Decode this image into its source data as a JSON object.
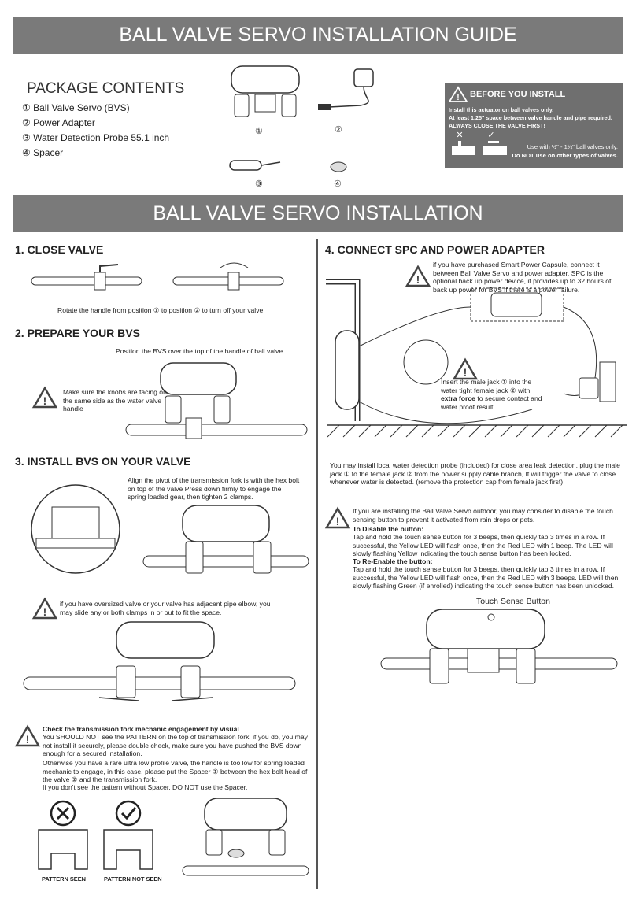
{
  "title": "BALL VALVE SERVO INSTALLATION GUIDE",
  "package": {
    "heading": "PACKAGE CONTENTS",
    "items": [
      {
        "num": "①",
        "label": "Ball Valve Servo (BVS)"
      },
      {
        "num": "②",
        "label": "Power Adapter"
      },
      {
        "num": "③",
        "label": "Water Detection Probe 55.1 inch"
      },
      {
        "num": "④",
        "label": "Spacer"
      }
    ],
    "image_labels": [
      "①",
      "②",
      "③",
      "④"
    ]
  },
  "before_install": {
    "heading": "BEFORE YOU INSTALL",
    "line1": "Install this actuator on ball valves only.",
    "line2": "At least 1.25\" space between valve handle and pipe required.",
    "line3": "ALWAYS CLOSE THE VALVE FIRST!",
    "use_line": "Use with ½\" - 1¼\" ball valves only.",
    "not_line": "Do NOT use on other types of valves."
  },
  "installation_title": "BALL VALVE SERVO INSTALLATION",
  "step1": {
    "heading": "1. CLOSE VALVE",
    "caption": "Rotate the handle from position ① to position ② to turn off your valve"
  },
  "step2": {
    "heading": "2. PREPARE YOUR BVS",
    "caption": "Position the BVS over the top of the handle of ball valve",
    "warning": "Make sure the knobs are facing on the same side as the water valve handle"
  },
  "step3": {
    "heading": "3. INSTALL BVS ON YOUR VALVE",
    "caption": "Align the pivot of the transmission fork is with the hex bolt on top of the valve Press down firmly to engage the spring loaded gear, then tighten 2 clamps.",
    "warning": "if you have oversized valve or your valve has adjacent pipe elbow, you may slide any or both clamps in or out to fit the space.",
    "check_heading": "Check the transmission fork mechanic engagement by visual",
    "check_text": "You SHOULD NOT see the PATTERN on the top of transmission fork, if you do, you may not install it securely, please double check, make sure you have pushed the BVS down enough for a secured installation.",
    "otherwise_text": "Otherwise you have a rare ultra low profile valve, the handle is too low for spring loaded mechanic to engage, in this case, please put the Spacer ① between the hex bolt head of the valve ② and the transmission fork.",
    "no_pattern_text": "If you don't see the pattern without Spacer, DO NOT use the Spacer.",
    "pattern_seen": "PATTERN SEEN",
    "pattern_not_seen": "PATTERN NOT SEEN"
  },
  "step4": {
    "heading": "4. CONNECT SPC AND POWER ADAPTER",
    "spc_text": "if you have purchased Smart Power Capsule, connect it between Ball Valve Servo and power adapter. SPC is the optional back up power device, it provides up to 32 hours of back up power for BVS if there is a power failure.",
    "insert_text_1": "Insert the male jack ① into the water tight female jack ② with",
    "insert_bold": "extra force",
    "insert_text_2": "to secure contact and water proof result",
    "probe_text": "You may install local water detection probe (included) for close area leak detection, plug the male jack ① to the female jack ② from the power supply cable branch, It will trigger the valve to close whenever water is detected. (remove the protection cap from female jack first)",
    "outdoor_text": "If you are installing the Ball Valve Servo outdoor, you may consider to disable the touch sensing button to prevent it activated from rain drops or pets.",
    "disable_heading": "To Disable the button:",
    "disable_text": "Tap and hold the touch sense button for 3 beeps, then quickly tap 3 times in a row. If successful, the Yellow LED will flash once, then the Red LED with 1 beep. The LED will slowly flashing Yellow indicating the touch sense button has been locked.",
    "enable_heading": "To Re-Enable the button:",
    "enable_text": "Tap and hold the touch sense button for 3 beeps, then quickly tap 3 times in a row. If successful, the Yellow LED will flash once, then the Red LED with 3 beeps. LED will then slowly flashing Green (if enrolled) indicating the touch sense button has been unlocked.",
    "touch_label": "Touch Sense Button"
  },
  "colors": {
    "banner": "#7a7a7a",
    "warn_box": "#6f6f6f",
    "text": "#222222"
  }
}
